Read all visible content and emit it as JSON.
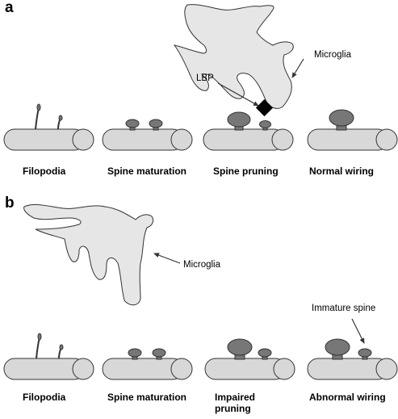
{
  "panels": {
    "a": {
      "label": "a",
      "microglia_label": "Microglia",
      "lbp_label": "LBP",
      "captions": [
        "Filopodia",
        "Spine maturation",
        "Spine pruning",
        "Normal wiring"
      ]
    },
    "b": {
      "label": "b",
      "microglia_label": "Microglia",
      "immature_spine_label": "Immature spine",
      "captions": [
        "Filopodia",
        "Spine maturation",
        "Impaired",
        "pruning",
        "Abnormal wiring"
      ]
    }
  },
  "colors": {
    "dendrite_fill": "#d8d8d8",
    "spine_fill": "#777777",
    "microglia_fill": "#e6e6e6",
    "lbp_fill": "#000000",
    "stroke": "#333333"
  }
}
